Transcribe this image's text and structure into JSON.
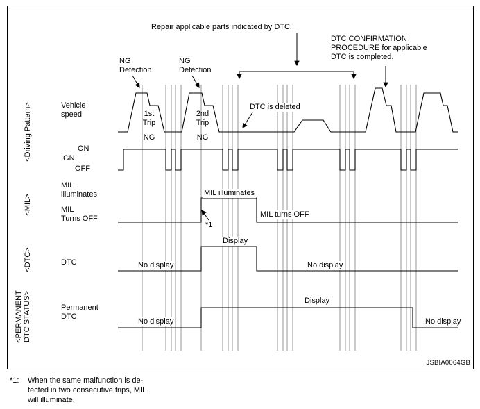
{
  "diagram": {
    "side_labels": {
      "driving_pattern": "<Driving Pattern>",
      "mil": "<MIL>",
      "dtc": "<DTC>",
      "permanent_line1": "<PERMANENT",
      "permanent_line2": "DTC STATUS>"
    },
    "row_labels": {
      "vehicle_line1": "Vehicle",
      "vehicle_line2": "speed",
      "ign": "IGN",
      "on": "ON",
      "off": "OFF",
      "mil_illum_line1": "MIL",
      "mil_illum_line2": "illuminates",
      "mil_off_line1": "MIL",
      "mil_off_line2": "Turns OFF",
      "dtc": "DTC",
      "permanent_line1": "Permanent",
      "permanent_line2": "DTC"
    },
    "annotations": {
      "repair": "Repair applicable parts indicated by DTC.",
      "confirmation_line1": "DTC CONFIRMATION",
      "confirmation_line2": "PROCEDURE for applicable",
      "confirmation_line3": "DTC is completed.",
      "ng1_line1": "NG",
      "ng1_line2": "Detection",
      "ng2_line1": "NG",
      "ng2_line2": "Detection",
      "dtc_deleted": "DTC is deleted",
      "trip1_line1": "1st",
      "trip1_line2": "Trip",
      "trip1_ng": "NG",
      "trip2_line1": "2nd",
      "trip2_line2": "Trip",
      "trip2_ng": "NG",
      "mil_illuminates": "MIL illuminates",
      "mil_turns_off": "MIL turns OFF",
      "star1": "*1"
    },
    "states": {
      "dtc_no_display_1": "No display",
      "dtc_display": "Display",
      "dtc_no_display_2": "No display",
      "perm_no_display_1": "No display",
      "perm_display": "Display",
      "perm_no_display_2": "No display"
    },
    "watermark": "JSBIA0064GB",
    "footnote": {
      "marker": "*1:",
      "line1": "When the same malfunction is de-",
      "line2": "tected in two consecutive trips, MIL",
      "line3": "will illuminate."
    }
  }
}
